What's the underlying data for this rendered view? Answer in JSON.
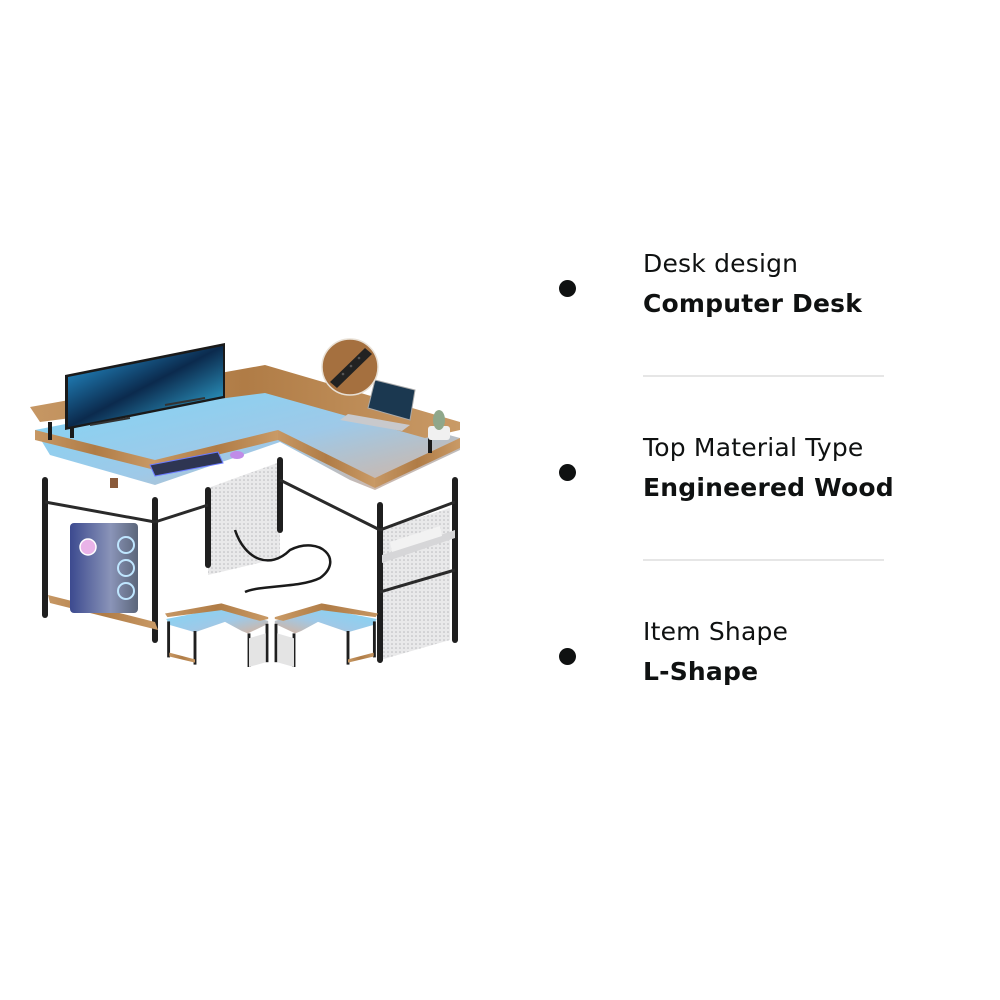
{
  "product_image": {
    "alt": "L-shaped computer desk with LED lights, monitor stand, power outlet, storage shelves and reversible layout",
    "icon": "desk-product-image",
    "inset_icon": "power-strip-icon",
    "variants_count": 2
  },
  "specs": [
    {
      "label": "Desk design",
      "value": "Computer Desk",
      "bullet_icon": "bullet-icon"
    },
    {
      "label": "Top Material Type",
      "value": "Engineered Wood",
      "bullet_icon": "bullet-icon"
    },
    {
      "label": "Item Shape",
      "value": "L-Shape",
      "bullet_icon": "bullet-icon"
    }
  ],
  "colors": {
    "text": "#0f1111",
    "divider": "#e6e6e6",
    "wood": "#b8864f",
    "led_blue": "#5ec8f2",
    "frame": "#1f1f1f"
  }
}
